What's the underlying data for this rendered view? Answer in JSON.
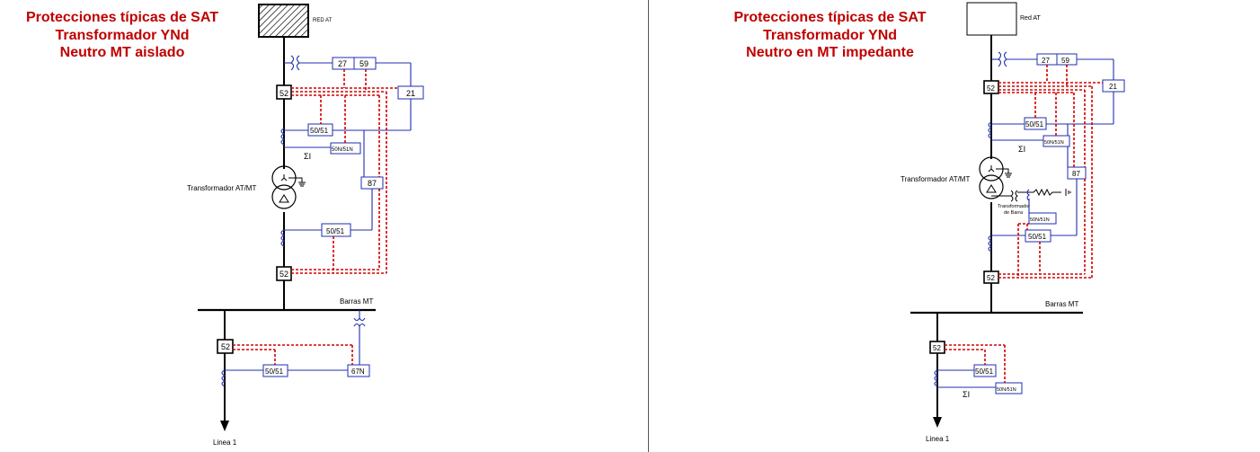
{
  "left": {
    "title": [
      "Protecciones típicas de SAT",
      "Transformador YNd",
      "Neutro MT aislado"
    ],
    "grid_label": "RED AT",
    "transformer_label": "Transformador AT/MT",
    "bus_label": "Barras MT",
    "feeder_label": "Linea 1",
    "sum_label": "ΣI",
    "relays": {
      "r27": "27",
      "r59": "59",
      "r21": "21",
      "r52_top": "52",
      "r5051_hv": "50/51",
      "r50n51n": "50N/51N",
      "r87": "87",
      "r5051_lv": "50/51",
      "r52_lv": "52",
      "r52_line": "52",
      "r5051_line": "50/51",
      "r67n": "67N"
    }
  },
  "right": {
    "title": [
      "Protecciones típicas de SAT",
      "Transformador YNd",
      "Neutro en MT impedante"
    ],
    "grid_label": "Red AT",
    "transformer_label": "Transformador AT/MT",
    "grounding_label": [
      "Transformador",
      "de Barra"
    ],
    "bus_label": "Barras MT",
    "feeder_label": "Linea 1",
    "sum_label": "ΣI",
    "sum_label_line": "ΣI",
    "relays": {
      "r27": "27",
      "r59": "59",
      "r21": "21",
      "r52_top": "52",
      "r5051_hv": "50/51",
      "r50n51n_hv": "50N/51N",
      "r87": "87",
      "r50n51n_gt": "50N/51N",
      "r5051_lv": "50/51",
      "r52_lv": "52",
      "r52_line": "52",
      "r5051_line": "50/51",
      "r50n51n_line": "50N/51N"
    }
  }
}
